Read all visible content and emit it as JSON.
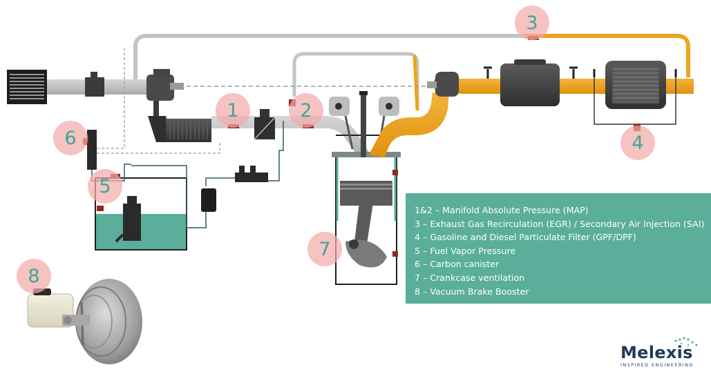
{
  "badges": {
    "b1": "1",
    "b2": "2",
    "b3": "3",
    "b4": "4",
    "b5": "5",
    "b6": "6",
    "b7": "7",
    "b8": "8"
  },
  "legend": {
    "items": [
      "1&2 – Manifold Absolute Pressure (MAP)",
      "3 – Exhaust Gas Recirculation (EGR) / Secondary Air Injection (SAI)",
      "4 – Gasoline and Diesel Particulate Filter (GPF/DPF)",
      "5 – Fuel Vapor Pressure",
      "6 – Carbon canister",
      "7 – Crankcase ventilation",
      "8 – Vacuum Brake Booster"
    ]
  },
  "logo": {
    "name": "Melexis",
    "tagline": "INSPIRED ENGINEERING"
  },
  "colors": {
    "intake_pipe": "#c4c4c4",
    "exhaust_pipe": "#f0a31c",
    "legend_bg": "#5aae9a",
    "badge_fill": "#f4aaaa",
    "badge_text": "#3aa898",
    "sensor": "#8b2a22",
    "fuel": "#5aae9a",
    "line": "#2e5a66",
    "logo_text": "#1f3a5a"
  }
}
